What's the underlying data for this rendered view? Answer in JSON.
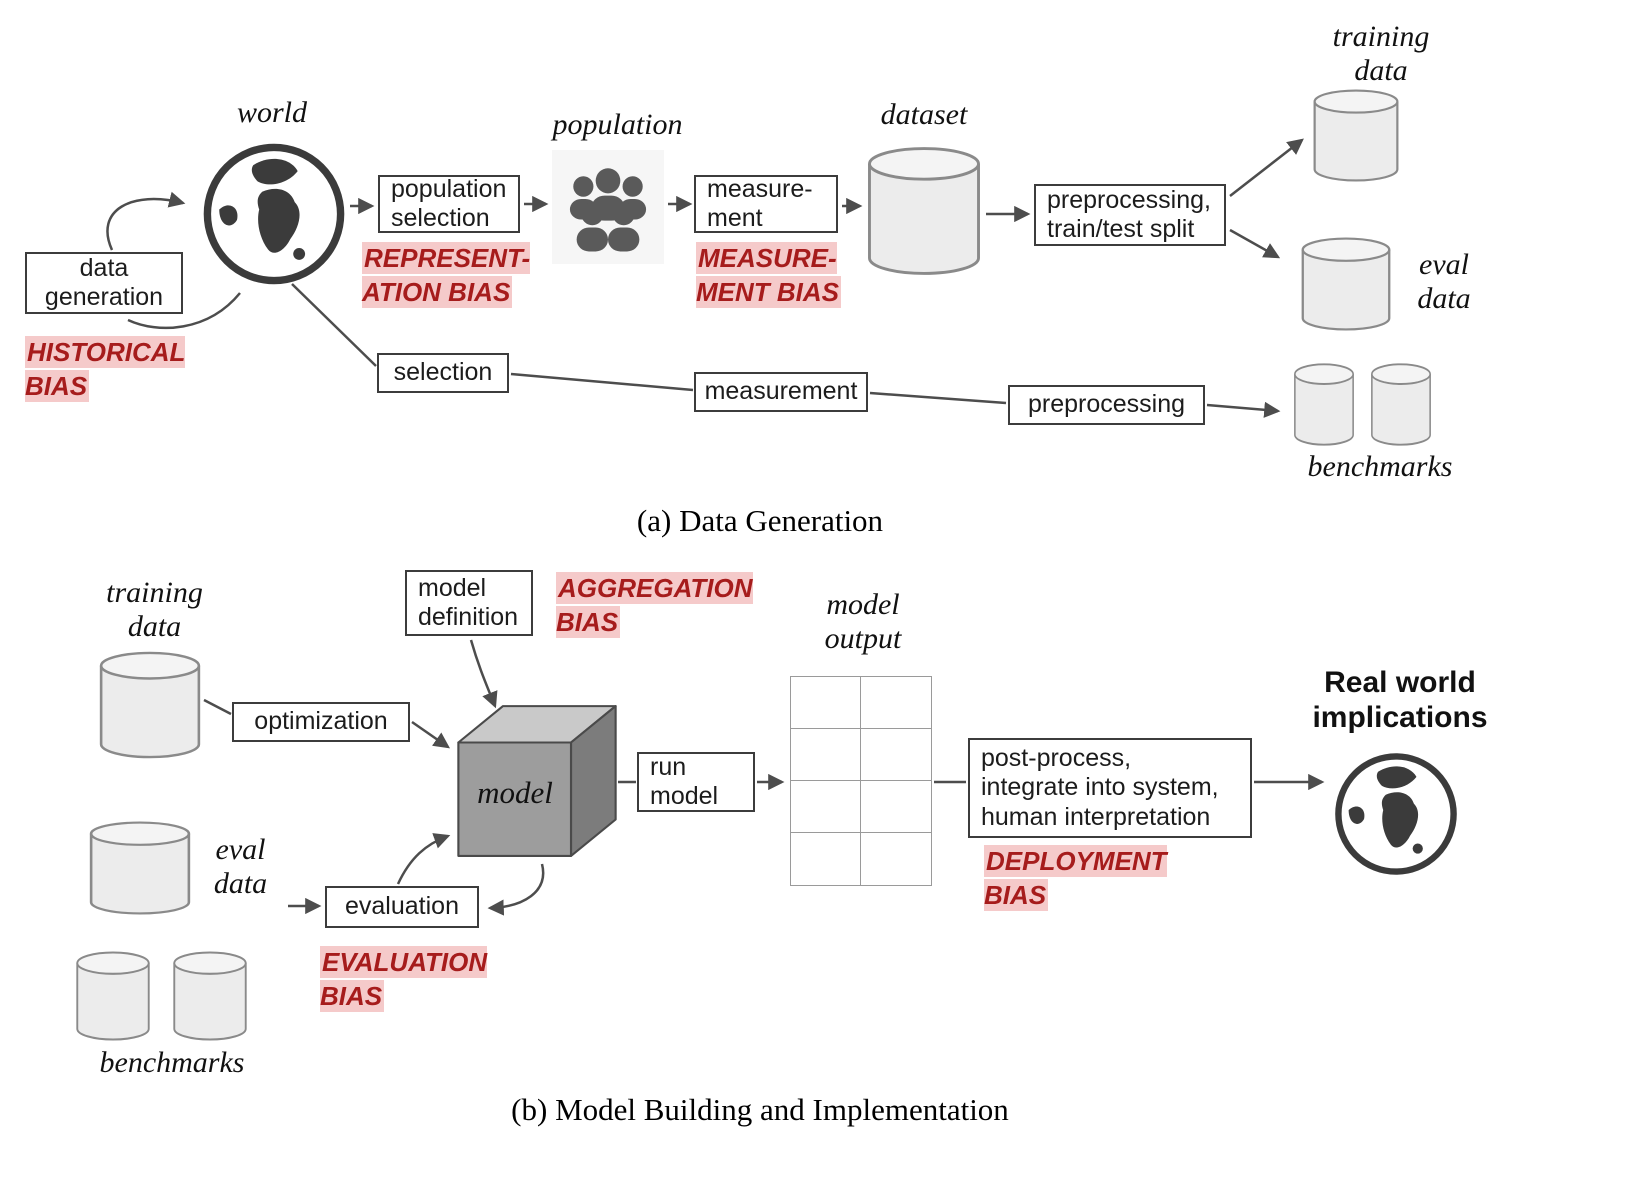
{
  "colors": {
    "bias_text": "#a61c1c",
    "bias_highlight": "#f5caca",
    "box_border": "#3c3c3c",
    "arrow": "#4d4d4d",
    "cylinder_fill": "#ececec",
    "container_border": "#9a9a9a"
  },
  "panel_a": {
    "caption": "(a) Data Generation",
    "labels": {
      "world": "world",
      "population": "population",
      "dataset": "dataset",
      "training_data": "training\ndata",
      "eval_data": "eval\ndata",
      "benchmarks": "benchmarks"
    },
    "boxes": {
      "data_generation": "data\ngeneration",
      "population_selection": "population\nselection",
      "measurement": "measure-\nment",
      "preprocessing_split": "preprocessing,\ntrain/test split",
      "selection": "selection",
      "measurement2": "measurement",
      "preprocessing": "preprocessing"
    },
    "biases": {
      "historical": "HISTORICAL\nBIAS",
      "representation": "REPRESENT-\nATION BIAS",
      "measurement": "MEASURE-\nMENT BIAS"
    }
  },
  "panel_b": {
    "caption": "(b) Model Building and Implementation",
    "labels": {
      "training_data": "training\ndata",
      "model": "model",
      "model_output": "model\noutput",
      "eval_data": "eval\ndata",
      "benchmarks": "benchmarks",
      "real_world": "Real world\nimplications"
    },
    "boxes": {
      "model_definition": "model\ndefinition",
      "optimization": "optimization",
      "run_model": "run\nmodel",
      "evaluation": "evaluation",
      "post_process": "post-process,\nintegrate into system,\nhuman interpretation"
    },
    "biases": {
      "aggregation": "AGGREGATION\nBIAS",
      "evaluation": "EVALUATION\nBIAS",
      "deployment": "DEPLOYMENT\nBIAS"
    }
  }
}
